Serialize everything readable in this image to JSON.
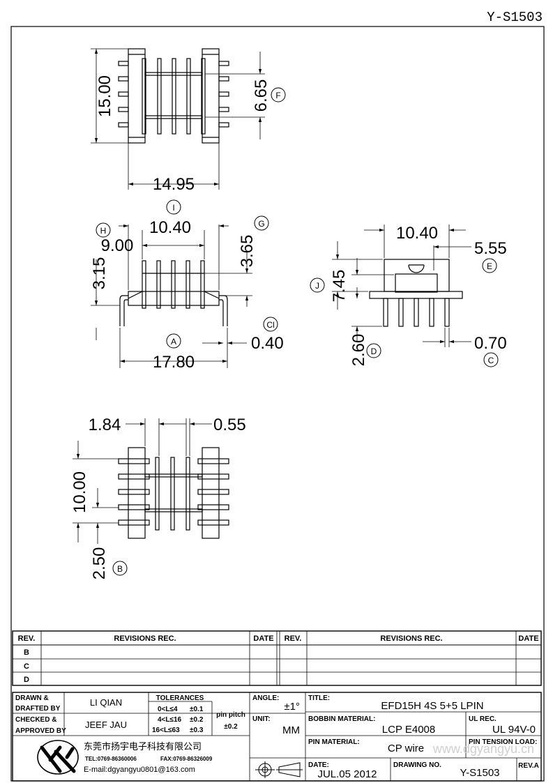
{
  "drawing_code": "Y-S1503",
  "dims": {
    "top_height": "15.00",
    "top_width": "14.95",
    "top_pin_span": "6.65",
    "side_overall": "10.40",
    "side_inner": "9.00",
    "side_height": "3.15",
    "side_top": "3.65",
    "side_base": "17.80",
    "side_pin": "0.40",
    "end_width": "10.40",
    "end_offset": "5.55",
    "end_height": "7.45",
    "end_pin_len": "2.60",
    "end_pin": "0.70",
    "bottom_flange": "1.84",
    "bottom_slot": "0.55",
    "bottom_height": "10.00",
    "bottom_pitch": "2.50"
  },
  "callouts": {
    "a": "A",
    "b": "B",
    "c": "C",
    "cl": "Cl",
    "d": "D",
    "e": "E",
    "f": "F",
    "g": "G",
    "h": "H",
    "i": "I",
    "j": "J"
  },
  "revisions": {
    "rev_header": "REV.",
    "revisions_header": "REVISIONS  REC.",
    "date_header": "DATE",
    "rows": [
      "B",
      "C",
      "D"
    ]
  },
  "titleblock": {
    "drawn_label": "DRAWN &",
    "drafted_label": "DRAFTED BY",
    "drawn_value": "LI QIAN",
    "checked_label": "CHECKED &",
    "approved_label": "APPROVED BY",
    "checked_value": "JEEF JAU",
    "tolerances_label": "TOLERANCES",
    "tol1_range": "0<L≤4",
    "tol1_value": "±0.1",
    "tol2_range": "4<L≤16",
    "tol2_value": "±0.2",
    "tol3_range": "16<L≤63",
    "tol3_value": "±0.3",
    "pin_pitch_label": "pin pitch",
    "pin_pitch_value": "±0.2",
    "angle_label": "ANGLE:",
    "angle_value": "±1°",
    "unit_label": "UNIT:",
    "unit_value": "MM",
    "title_label": "TITLE:",
    "title_value": "EFD15H  4S  5+5  LPIN",
    "bobbin_label": "BOBBIN MATERIAL:",
    "bobbin_value": "LCP  E4008",
    "ul_label": "UL REC.",
    "ul_value": "UL  94V-0",
    "pin_material_label": "PIN MATERIAL:",
    "pin_material_value": "CP wire",
    "pin_tension_label": "PIN TENSION LOAD:",
    "date_label": "DATE:",
    "date_value": "JUL.05  2012",
    "drawing_no_label": "DRAWING NO.",
    "drawing_no_value": "Y-S1503",
    "rev_label": "REV.A",
    "company": "东莞市扬宇电子科技有限公司",
    "tel": "TEL:0769-86360006",
    "fax": "FAX:0769-86326009",
    "email": "E-mail:dgyangyu0801@163.com",
    "watermark": "www.dgyangyu.cn"
  },
  "colors": {
    "line": "#000000",
    "watermark": "#cfcfcf"
  }
}
